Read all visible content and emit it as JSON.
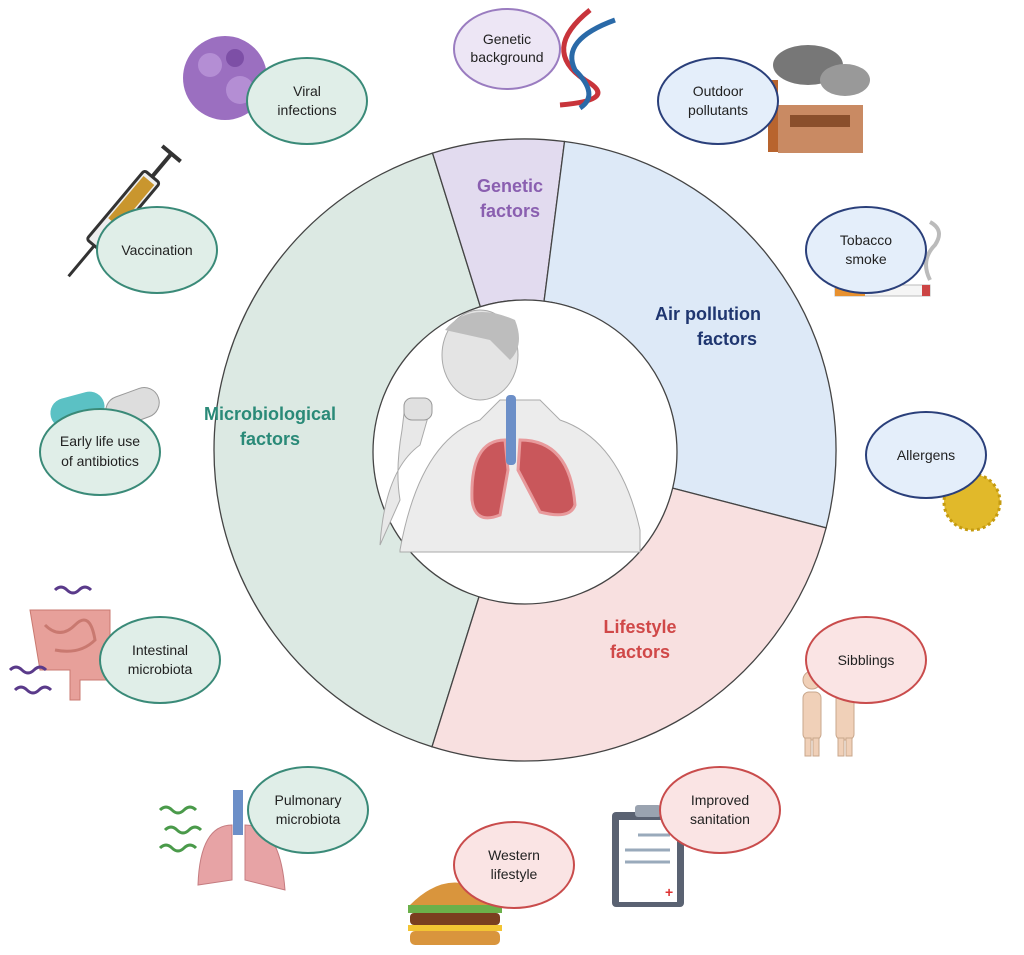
{
  "segments": {
    "genetic": {
      "line1": "Genetic",
      "line2": "factors",
      "color": "#8a5fb0",
      "fill": "#e2dbef"
    },
    "air": {
      "line1": "Air pollution",
      "line2": "factors",
      "color": "#1f3670",
      "fill": "#dde9f7"
    },
    "lifestyle": {
      "line1": "Lifestyle",
      "line2": "factors",
      "color": "#d04848",
      "fill": "#f8e0e0"
    },
    "micro": {
      "line1": "Microbiological",
      "line2": "factors",
      "color": "#2a8a78",
      "fill": "#dce9e3"
    }
  },
  "bubbles": {
    "genetic_background": {
      "line1": "Genetic",
      "line2": "background"
    },
    "viral_infections": {
      "line1": "Viral",
      "line2": "infections"
    },
    "outdoor_pollutants": {
      "line1": "Outdoor",
      "line2": "pollutants"
    },
    "vaccination": {
      "line1": "Vaccination"
    },
    "tobacco_smoke": {
      "line1": "Tobacco",
      "line2": "smoke"
    },
    "antibiotics": {
      "line1": "Early life use",
      "line2": "of antibiotics"
    },
    "allergens": {
      "line1": "Allergens"
    },
    "intestinal": {
      "line1": "Intestinal",
      "line2": "microbiota"
    },
    "sibblings": {
      "line1": "Sibblings"
    },
    "pulmonary": {
      "line1": "Pulmonary",
      "line2": "microbiota"
    },
    "sanitation": {
      "line1": "Improved",
      "line2": "sanitation"
    },
    "western": {
      "line1": "Western",
      "line2": "lifestyle"
    }
  }
}
